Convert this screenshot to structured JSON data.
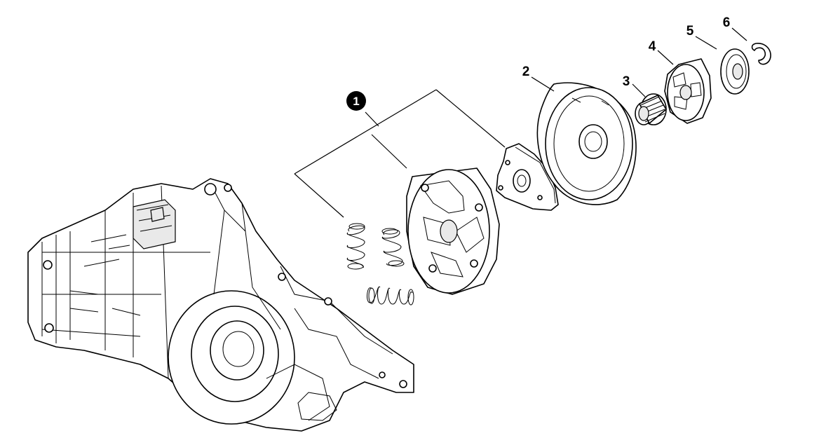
{
  "diagram": {
    "callouts": [
      {
        "id": "callout-1",
        "label": "1",
        "style": "badge"
      },
      {
        "id": "callout-2",
        "label": "2",
        "style": "plain"
      },
      {
        "id": "callout-3",
        "label": "3",
        "style": "plain"
      },
      {
        "id": "callout-4",
        "label": "4",
        "style": "plain"
      },
      {
        "id": "callout-5",
        "label": "5",
        "style": "plain"
      },
      {
        "id": "callout-6",
        "label": "6",
        "style": "plain"
      }
    ],
    "colors": {
      "line": "#000000",
      "background": "#ffffff",
      "badge_fill": "#000000",
      "badge_text": "#ffffff"
    }
  }
}
